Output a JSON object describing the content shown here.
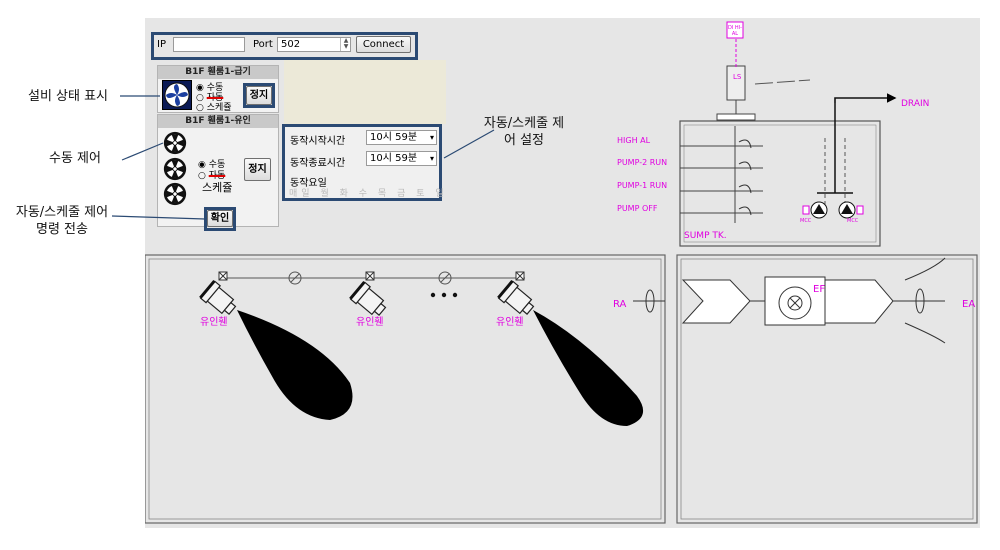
{
  "connection": {
    "ip_label": "IP",
    "ip_value": "",
    "port_label": "Port",
    "port_value": "502",
    "connect_label": "Connect"
  },
  "panels": {
    "supply": {
      "title": "B1F 휀룸1-급기",
      "mode_manual": "수동",
      "mode_auto": "자동",
      "mode_schedule": "스케쥴",
      "stop_label": "정지"
    },
    "exhaust": {
      "title": "B1F 휀룸1-유인",
      "mode_manual": "수동",
      "mode_auto": "자동",
      "mode_schedule": "스케쥴",
      "stop_label": "정지",
      "confirm_label": "확인"
    }
  },
  "schedule": {
    "start_label": "동작시작시간",
    "start_value": "10시 59분",
    "end_label": "동작종료시간",
    "end_value": "10시 59분",
    "days_label": "동작요일",
    "days": [
      "매일",
      "월",
      "화",
      "수",
      "목",
      "금",
      "토",
      "일"
    ]
  },
  "callouts": {
    "status": "설비 상태 표시",
    "manual": "수동 제어",
    "auto_cmd": "자동/스케줄 제어 명령 전송",
    "auto_setting": "자동/스케줄 제어 설정"
  },
  "sump": {
    "levels": [
      "HIGH AL",
      "PUMP-2 RUN",
      "PUMP-1 RUN",
      "PUMP OFF"
    ],
    "tank_label": "SUMP TK.",
    "drain_label": "DRAIN",
    "ls_label": "LS",
    "alarm_label": "DI HI-AL",
    "mcc_label": "MCC"
  },
  "hvac": {
    "fan_label": "유인휀",
    "ra_label": "RA",
    "ef_label": "EF",
    "ea_label": "EA"
  },
  "colors": {
    "accent": "#2b4a73",
    "diagram": "#e000e0"
  }
}
